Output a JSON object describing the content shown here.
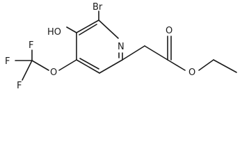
{
  "molecule": {
    "atoms": {
      "bromine": "Br",
      "hydroxyl": "HO",
      "nitrogen": "N",
      "fluorine_1": "F",
      "fluorine_2": "F",
      "fluorine_3": "F",
      "ether_oxygen": "O",
      "carbonyl_oxygen": "O",
      "ester_oxygen": "O"
    }
  }
}
